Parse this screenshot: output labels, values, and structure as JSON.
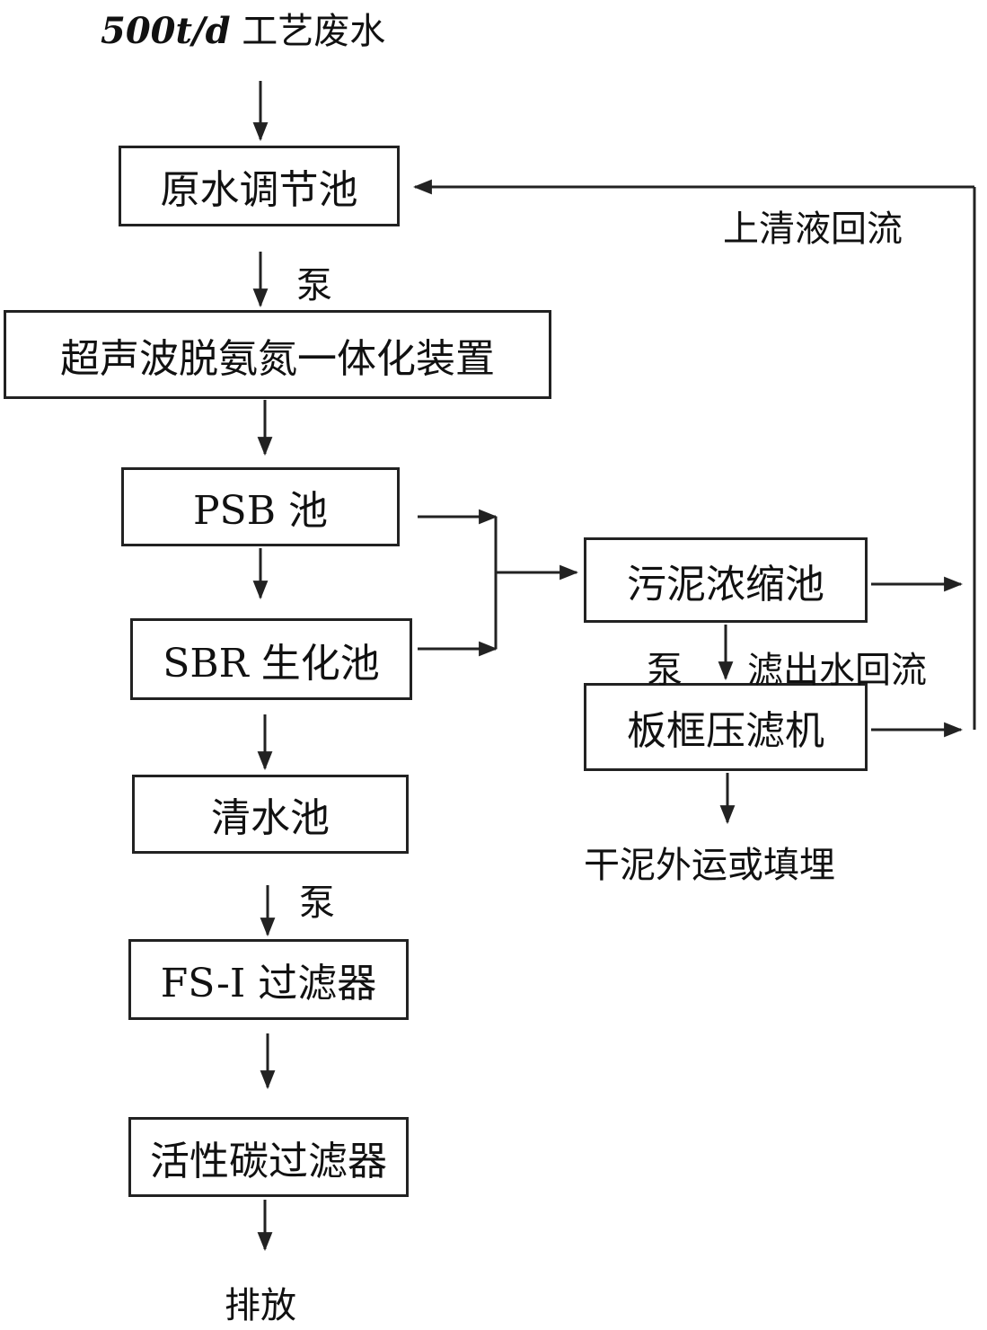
{
  "diagram": {
    "title_rate": "500t/d",
    "title_text": "工艺废水",
    "boxes": {
      "raw_water_tank": "原水调节池",
      "ultrasonic_unit": "超声波脱氨氮一体化装置",
      "psb_tank": "PSB 池",
      "sbr_tank": "SBR 生化池",
      "clear_water_tank": "清水池",
      "fs_filter": "FS-I 过滤器",
      "carbon_filter": "活性碳过滤器",
      "sludge_thickener": "污泥浓缩池",
      "filter_press": "板框压滤机"
    },
    "labels": {
      "pump_1": "泵",
      "pump_2": "泵",
      "pump_3": "泵",
      "supernatant_return": "上清液回流",
      "filtrate_return": "滤出水回流",
      "dry_sludge": "干泥外运或填埋",
      "discharge": "排放"
    },
    "colors": {
      "line": "#222222",
      "background": "#ffffff"
    }
  }
}
